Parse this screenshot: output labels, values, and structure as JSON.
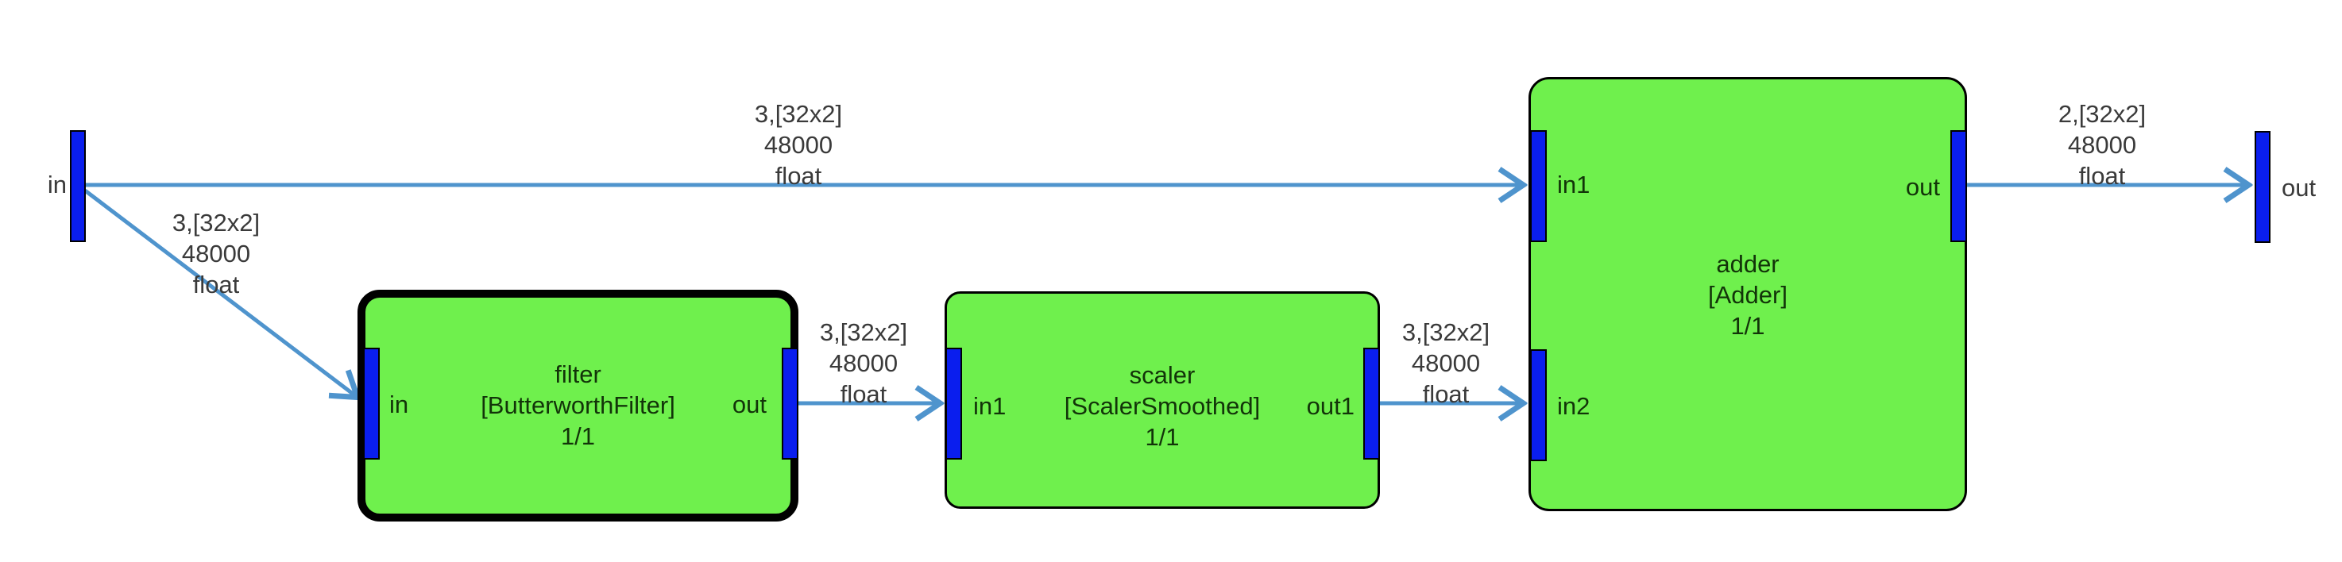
{
  "diagram": {
    "terminals": {
      "input": {
        "label": "in"
      },
      "output": {
        "label": "out"
      }
    },
    "blocks": {
      "filter": {
        "name": "filter",
        "type": "[ButterworthFilter]",
        "rate": "1/1",
        "ports": {
          "in": "in",
          "out": "out"
        }
      },
      "scaler": {
        "name": "scaler",
        "type": "[ScalerSmoothed]",
        "rate": "1/1",
        "ports": {
          "in1": "in1",
          "out1": "out1"
        }
      },
      "adder": {
        "name": "adder",
        "type": "[Adder]",
        "rate": "1/1",
        "ports": {
          "in1": "in1",
          "in2": "in2",
          "out": "out"
        }
      }
    },
    "edges": {
      "in_to_adder_in1": {
        "line1": "3,[32x2]",
        "line2": "48000",
        "line3": "float"
      },
      "in_to_filter_in": {
        "line1": "3,[32x2]",
        "line2": "48000",
        "line3": "float"
      },
      "filter_out_to_scaler_in1": {
        "line1": "3,[32x2]",
        "line2": "48000",
        "line3": "float"
      },
      "scaler_out1_to_adder_in2": {
        "line1": "3,[32x2]",
        "line2": "48000",
        "line3": "float"
      },
      "adder_out_to_out": {
        "line1": "2,[32x2]",
        "line2": "48000",
        "line3": "float"
      }
    },
    "colors": {
      "block_fill": "#6ff04d",
      "port_fill": "#0a1eee",
      "edge": "#4f94cd",
      "block_border": "#000000",
      "label_text": "#3a3a3a",
      "block_text": "#123409"
    }
  }
}
